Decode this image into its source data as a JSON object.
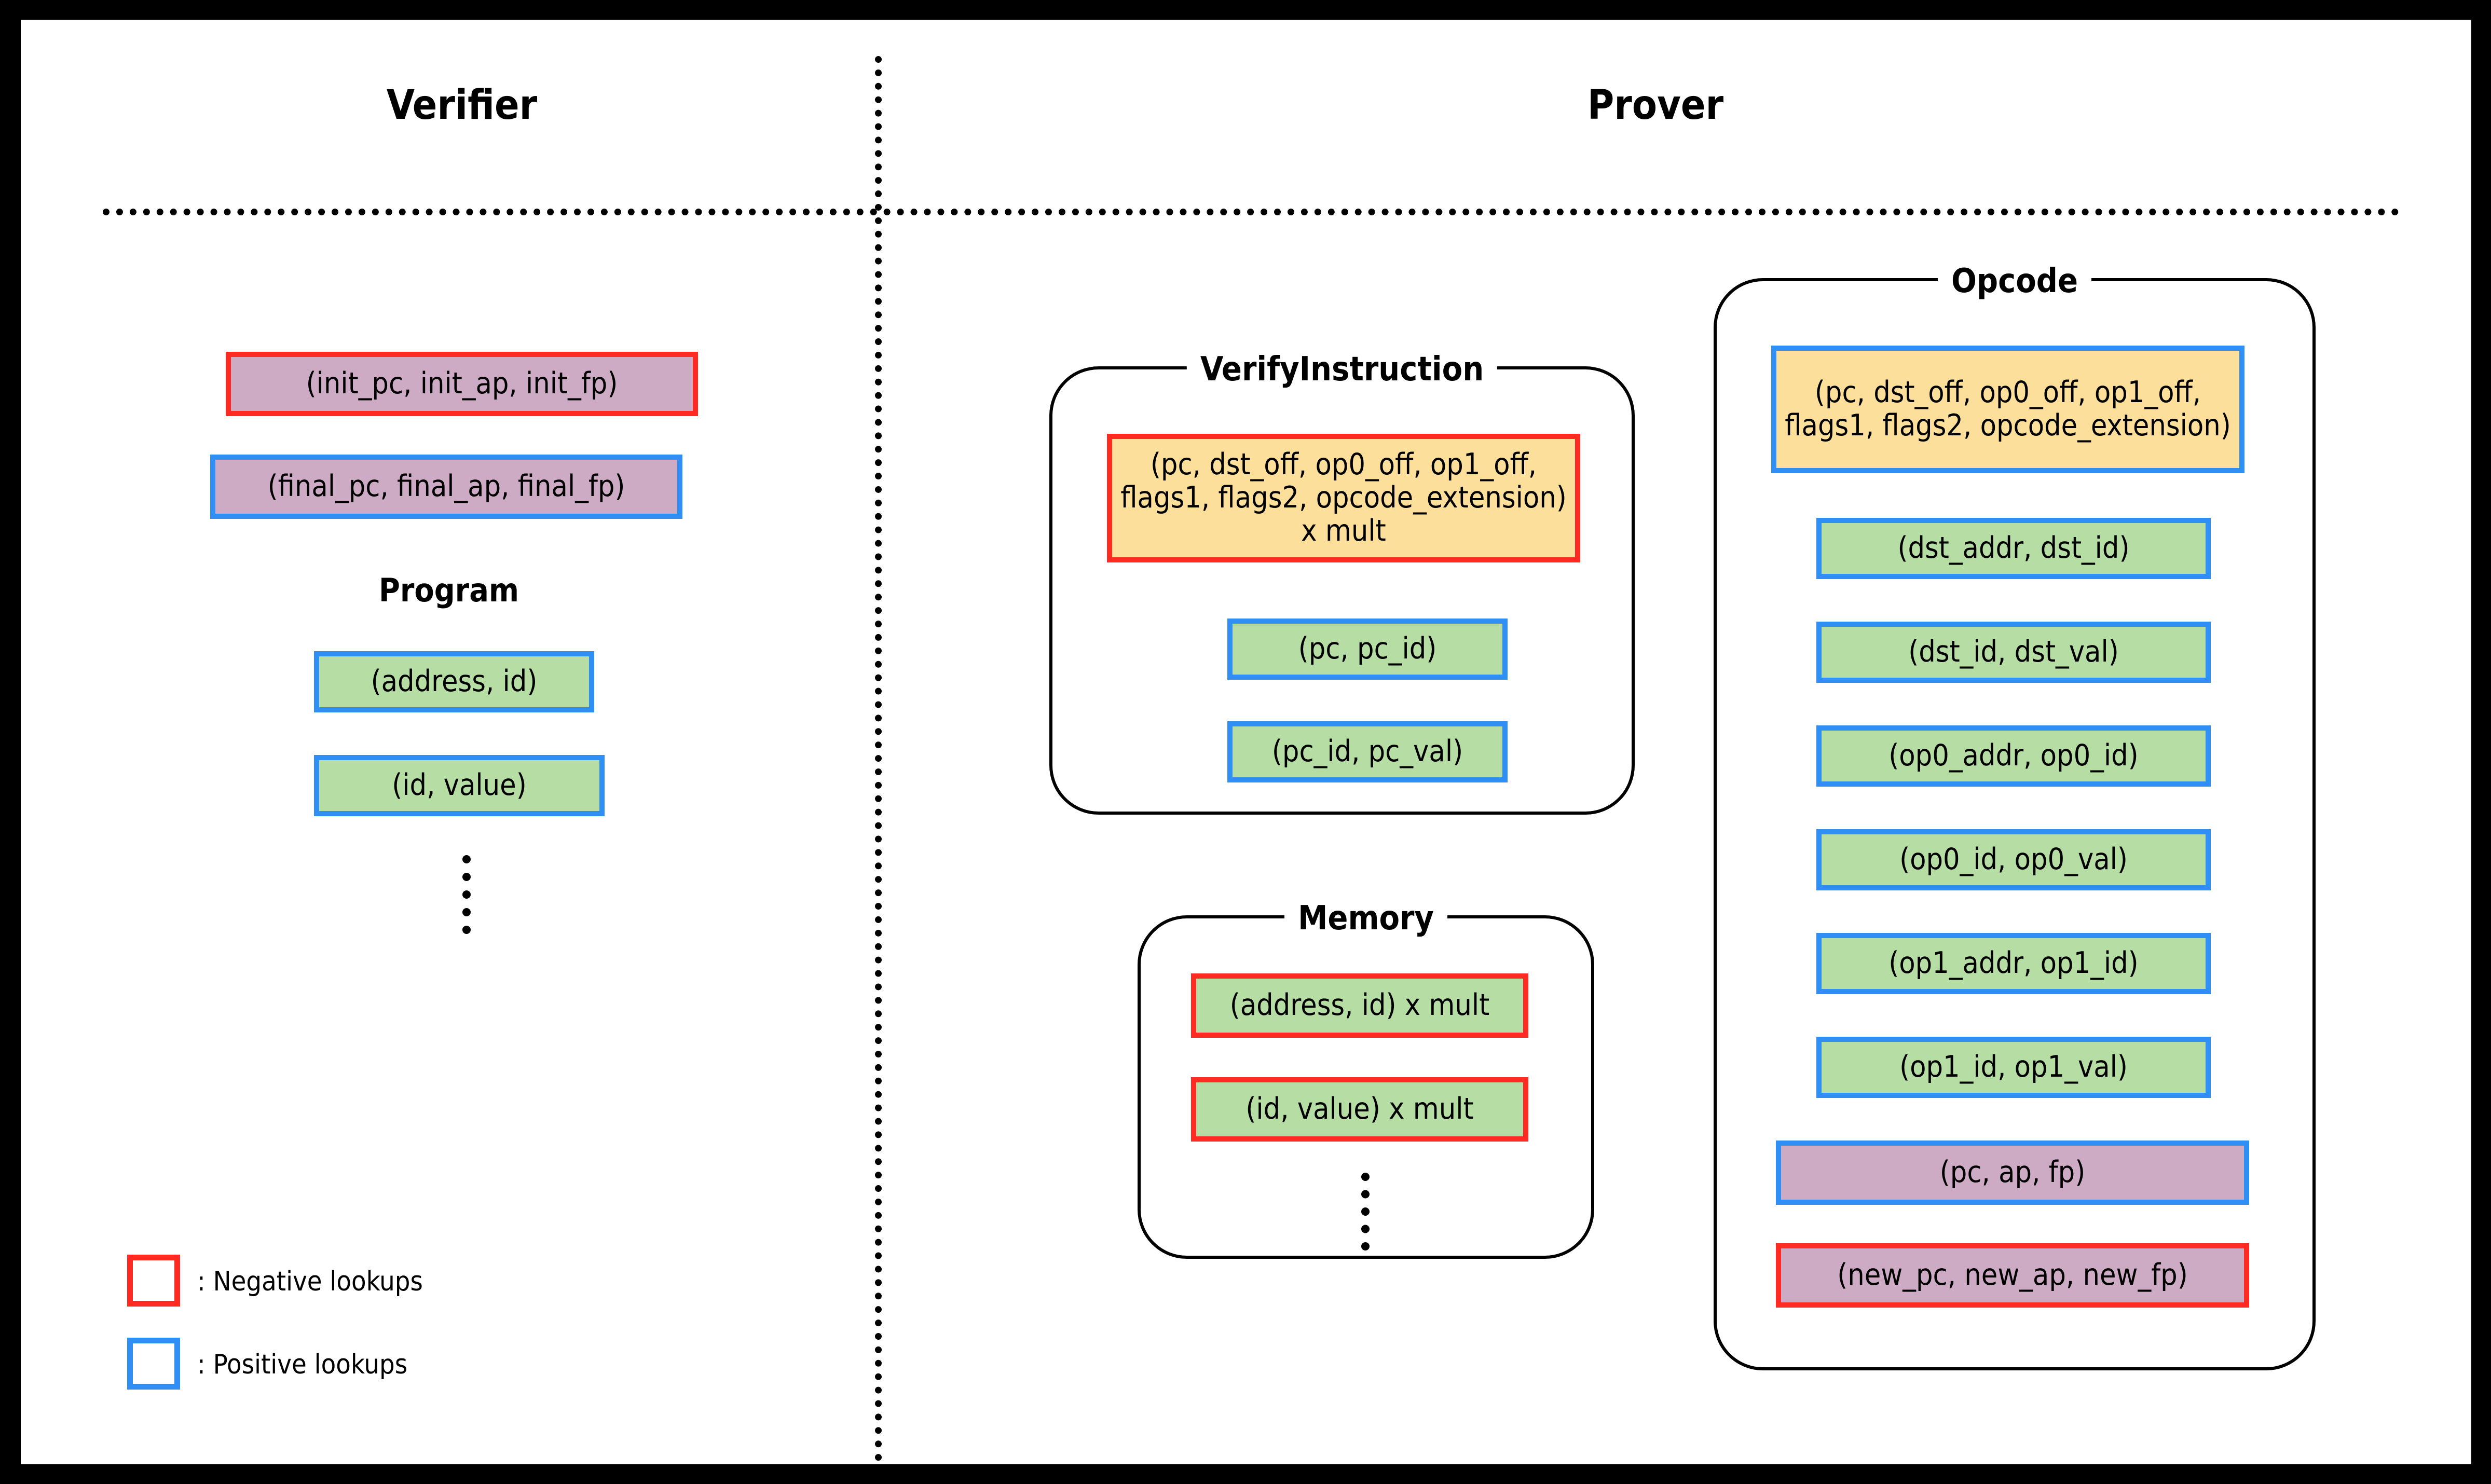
{
  "columns": {
    "verifier": "Verifier",
    "prover": "Prover"
  },
  "verifier": {
    "boundary_chips": [
      {
        "text": "(init_pc, init_ap, init_fp)",
        "fill": "purple",
        "border": "negative"
      },
      {
        "text": "(final_pc, final_ap, final_fp)",
        "fill": "purple",
        "border": "positive"
      }
    ],
    "program": {
      "title": "Program",
      "chips": [
        {
          "text": "(address, id)",
          "fill": "green",
          "border": "positive"
        },
        {
          "text": "(id, value)",
          "fill": "green",
          "border": "positive"
        }
      ],
      "ellipsis": "⋮"
    }
  },
  "prover": {
    "verify_instruction": {
      "title": "VerifyInstruction",
      "chips": [
        {
          "text": "(pc, dst_off, op0_off, op1_off, flags1, flags2, opcode_extension) x mult",
          "fill": "yellow",
          "border": "negative"
        },
        {
          "text": "(pc, pc_id)",
          "fill": "green",
          "border": "positive"
        },
        {
          "text": "(pc_id, pc_val)",
          "fill": "green",
          "border": "positive"
        }
      ]
    },
    "memory": {
      "title": "Memory",
      "chips": [
        {
          "text": "(address, id) x mult",
          "fill": "green",
          "border": "negative"
        },
        {
          "text": "(id, value) x mult",
          "fill": "green",
          "border": "negative"
        }
      ],
      "ellipsis": "⋮"
    },
    "opcode": {
      "title": "Opcode",
      "chips": [
        {
          "text": "(pc, dst_off, op0_off, op1_off, flags1, flags2, opcode_extension)",
          "fill": "yellow",
          "border": "positive"
        },
        {
          "text": "(dst_addr, dst_id)",
          "fill": "green",
          "border": "positive"
        },
        {
          "text": "(dst_id, dst_val)",
          "fill": "green",
          "border": "positive"
        },
        {
          "text": "(op0_addr, op0_id)",
          "fill": "green",
          "border": "positive"
        },
        {
          "text": "(op0_id, op0_val)",
          "fill": "green",
          "border": "positive"
        },
        {
          "text": "(op1_addr, op1_id)",
          "fill": "green",
          "border": "positive"
        },
        {
          "text": "(op1_id, op1_val)",
          "fill": "green",
          "border": "positive"
        },
        {
          "text": "(pc, ap, fp)",
          "fill": "purple",
          "border": "positive"
        },
        {
          "text": "(new_pc, new_ap, new_fp)",
          "fill": "purple",
          "border": "negative"
        }
      ]
    }
  },
  "legend": {
    "items": [
      {
        "border": "negative",
        "label": ": Negative lookups"
      },
      {
        "border": "positive",
        "label": ": Positive lookups"
      }
    ]
  },
  "colors": {
    "negative_border": "#ff2a22",
    "positive_border": "#2f8ff5",
    "purple_fill": "#ceabc5",
    "green_fill": "#b5dda4",
    "yellow_fill": "#fcdf9a",
    "outline": "#000000",
    "page_background": "#ffffff",
    "frame": "#000000"
  }
}
